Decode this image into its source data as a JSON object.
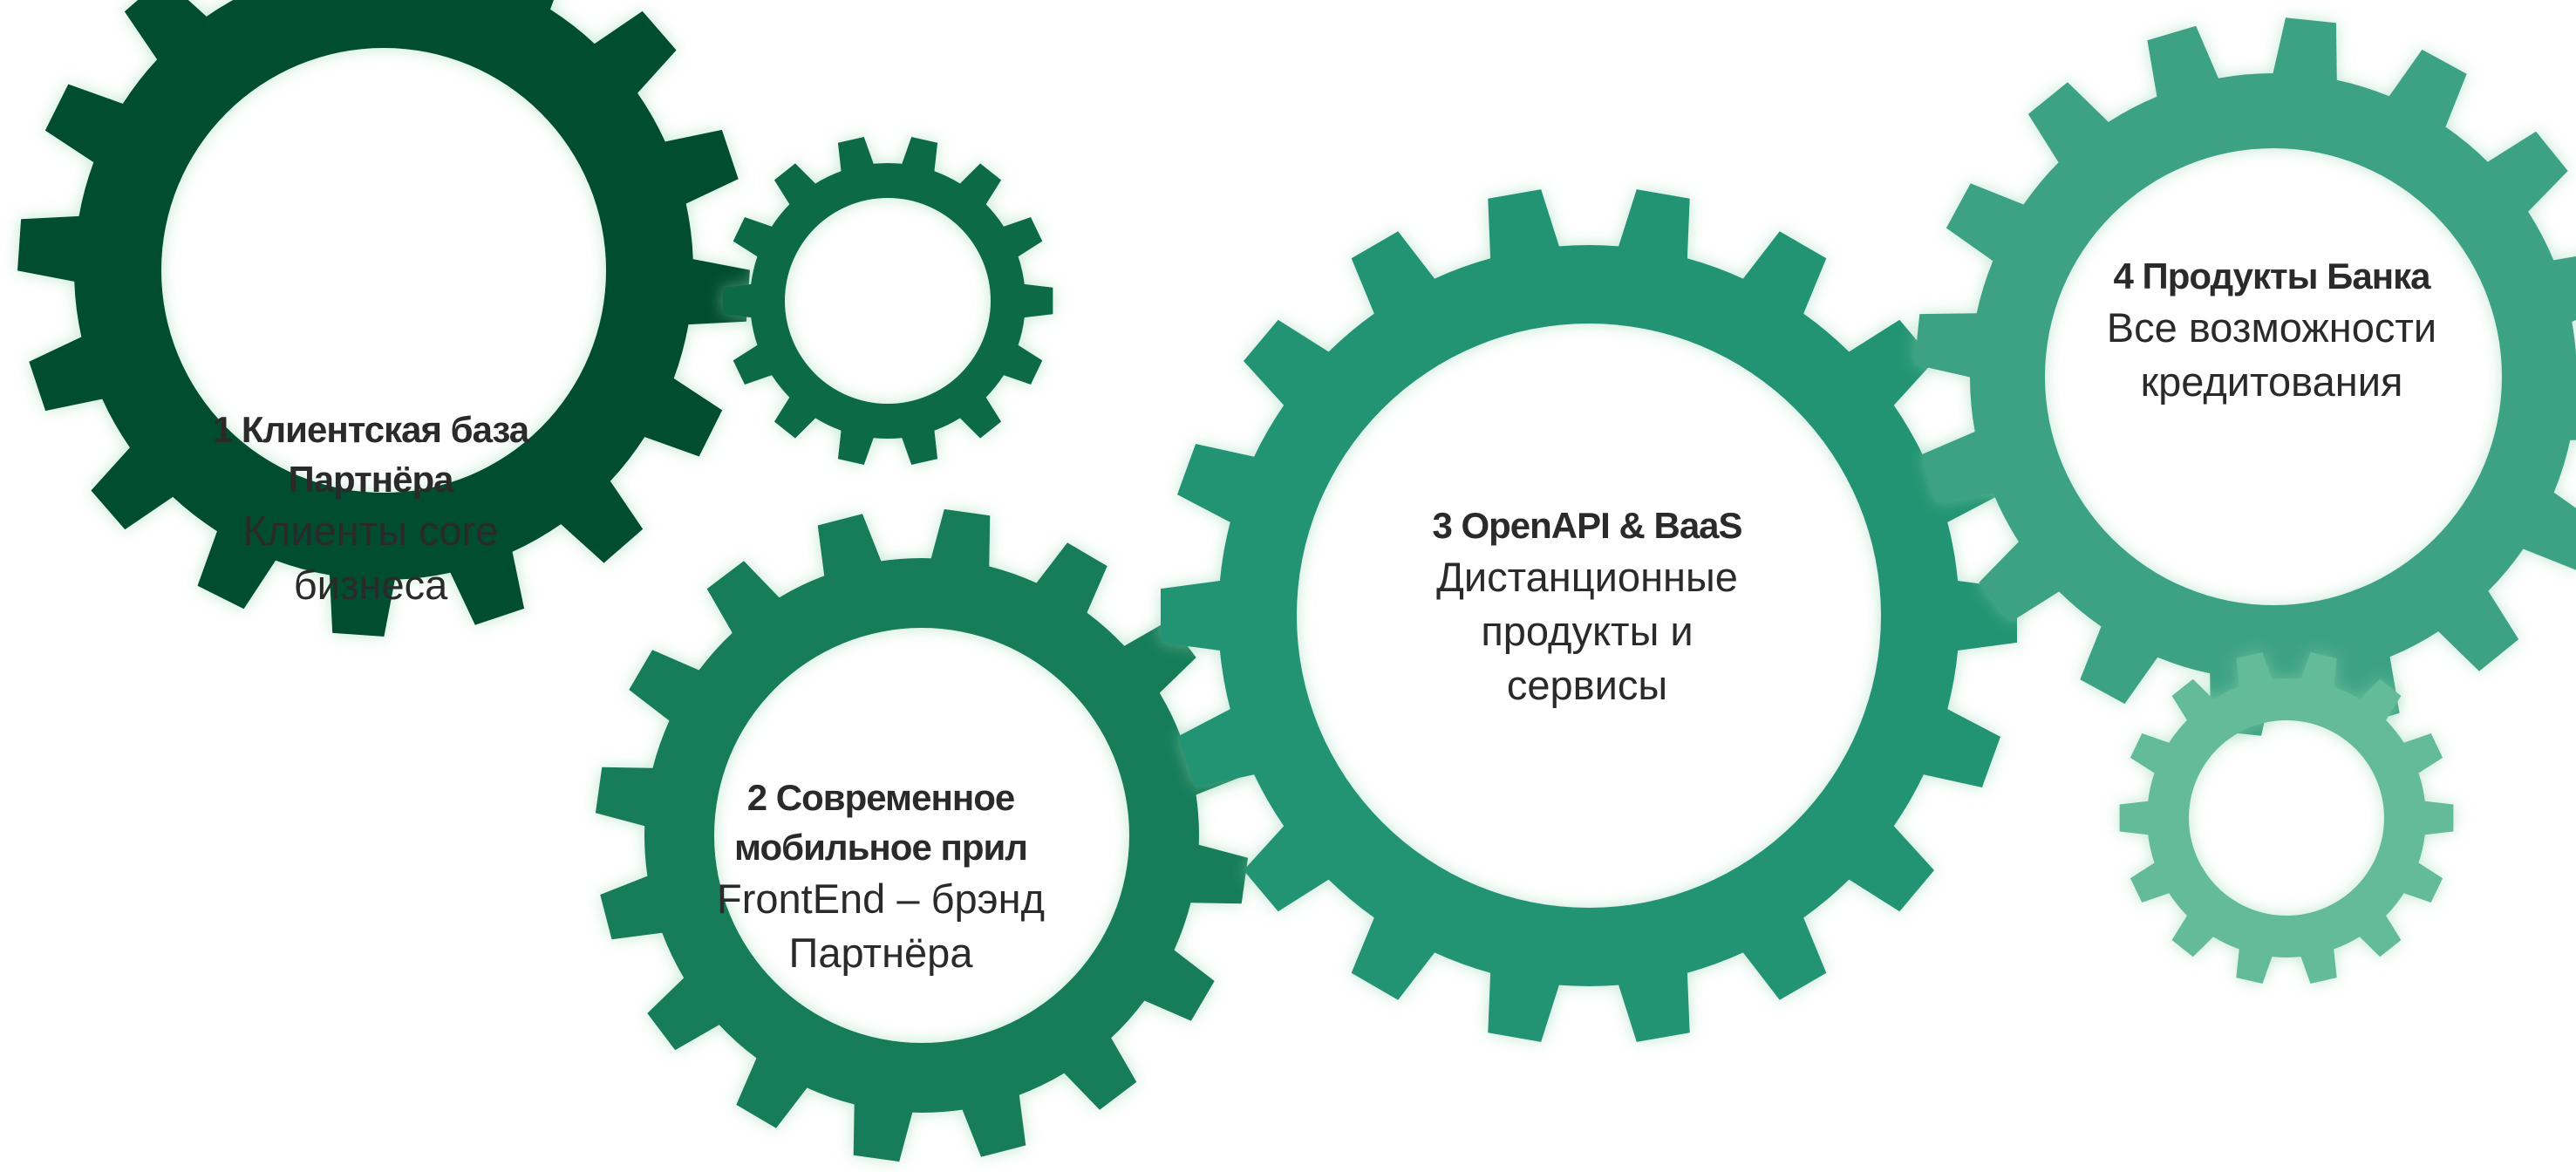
{
  "gears": [
    {
      "id": "gear-1",
      "color": "#004d33"
    },
    {
      "id": "gear-small-top",
      "color": "#0a6b4a"
    },
    {
      "id": "gear-2",
      "color": "#137c5a"
    },
    {
      "id": "gear-3",
      "color": "#249473"
    },
    {
      "id": "gear-4",
      "color": "#3da283"
    },
    {
      "id": "gear-small-right",
      "color": "#63bb99"
    }
  ],
  "labels": {
    "gear1": {
      "title_1": "1 Клиентская база",
      "title_2": "Партнёра",
      "line_1": "Клиенты core",
      "line_2": "бизнеса"
    },
    "gear2": {
      "title_1": "2 Современное",
      "title_2": "мобильное прил",
      "line_1": "FrontEnd – брэнд",
      "line_2": "Партнёра"
    },
    "gear3": {
      "title_1": "3 OpenAPI & BaaS",
      "line_1": "Дистанционные",
      "line_2": "продукты и",
      "line_3": "сервисы"
    },
    "gear4": {
      "title_1": "4 Продукты Банка",
      "line_1": "Все возможности",
      "line_2": "кредитования"
    }
  }
}
